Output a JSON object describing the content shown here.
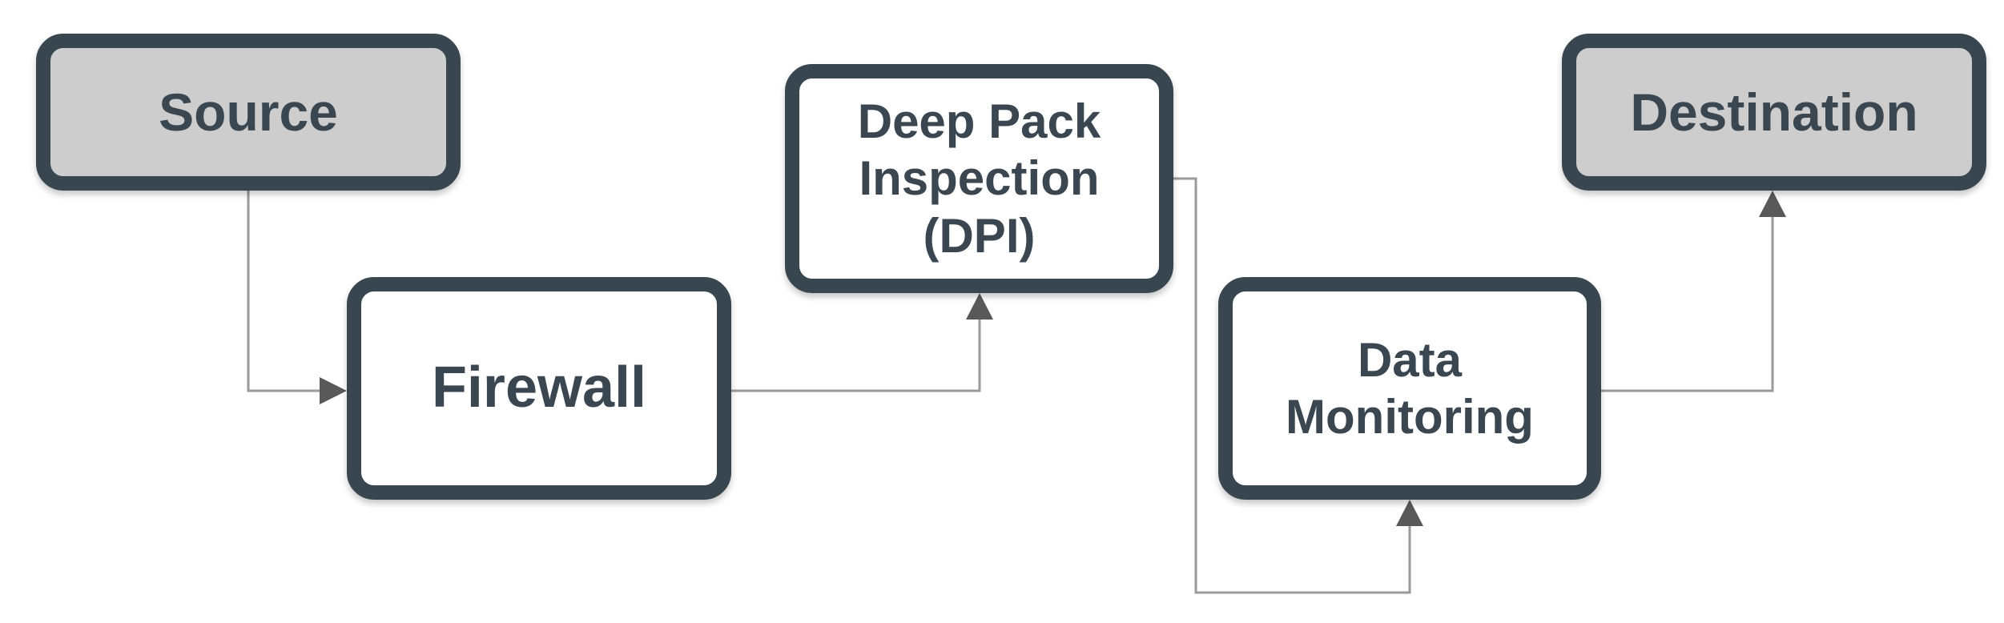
{
  "diagram": {
    "nodes": {
      "source": {
        "label": "Source"
      },
      "firewall": {
        "label": "Firewall"
      },
      "dpi": {
        "label": "Deep Pack\nInspection\n(DPI)"
      },
      "monitoring": {
        "label": "Data\nMonitoring"
      },
      "destination": {
        "label": "Destination"
      }
    },
    "edges": [
      {
        "from": "Source",
        "to": "Firewall"
      },
      {
        "from": "Firewall",
        "to": "Deep Pack Inspection (DPI)"
      },
      {
        "from": "Deep Pack Inspection (DPI)",
        "to": "Data Monitoring"
      },
      {
        "from": "Data Monitoring",
        "to": "Destination"
      }
    ],
    "colors": {
      "border": "#384650",
      "text": "#3a4650",
      "terminal_fill": "#cdcdcd",
      "process_fill": "#ffffff",
      "connector": "#9a9a9a",
      "arrowhead": "#595959"
    }
  }
}
